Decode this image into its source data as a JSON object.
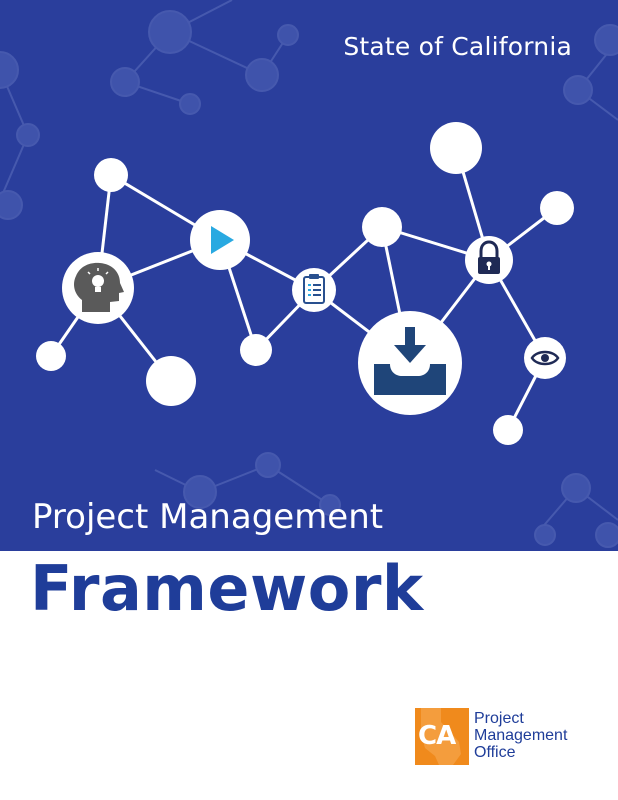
{
  "header": {
    "state_title": "State of California",
    "subtitle": "Project Management",
    "main_title": "Framework"
  },
  "logo": {
    "badge_text": "CA",
    "lines": [
      "Project",
      "Management",
      "Office"
    ]
  },
  "colors": {
    "cover_blue": "#2a3e9c",
    "title_blue": "#1f3d99",
    "logo_orange": "#f08a1c",
    "accent_cyan": "#29a9e1"
  },
  "icons": [
    "lightbulb-head-icon",
    "play-icon",
    "clipboard-checklist-icon",
    "download-tray-icon",
    "padlock-icon",
    "eye-icon"
  ]
}
